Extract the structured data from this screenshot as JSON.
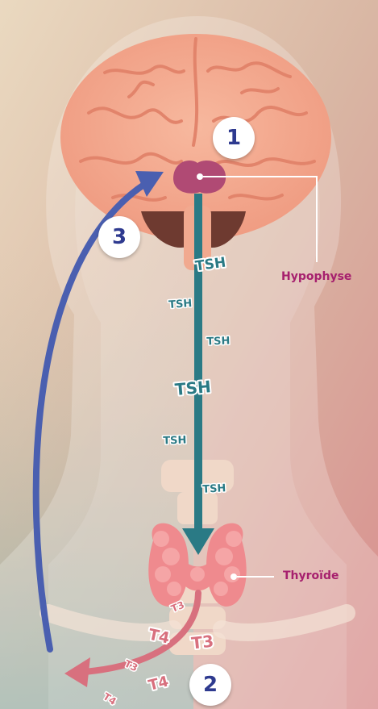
{
  "labels": {
    "hypophyse": "Hypophyse",
    "thyroide": "Thyroïde"
  },
  "steps": {
    "one": "1",
    "two": "2",
    "three": "3"
  },
  "hormones": {
    "tsh": "TSH",
    "t3": "T3",
    "t4": "T4"
  },
  "colors": {
    "background_top": "#e8d9c4",
    "brain": "#f4a98c",
    "pituitary": "#b04a74",
    "thyroid": "#ef8a8e",
    "tsh_arrow": "#2a7a85",
    "feedback_arrow": "#4a5fb0",
    "hormone_arrow": "#d8707e",
    "label_text": "#a6206e",
    "badge_text": "#2e3a8f"
  }
}
